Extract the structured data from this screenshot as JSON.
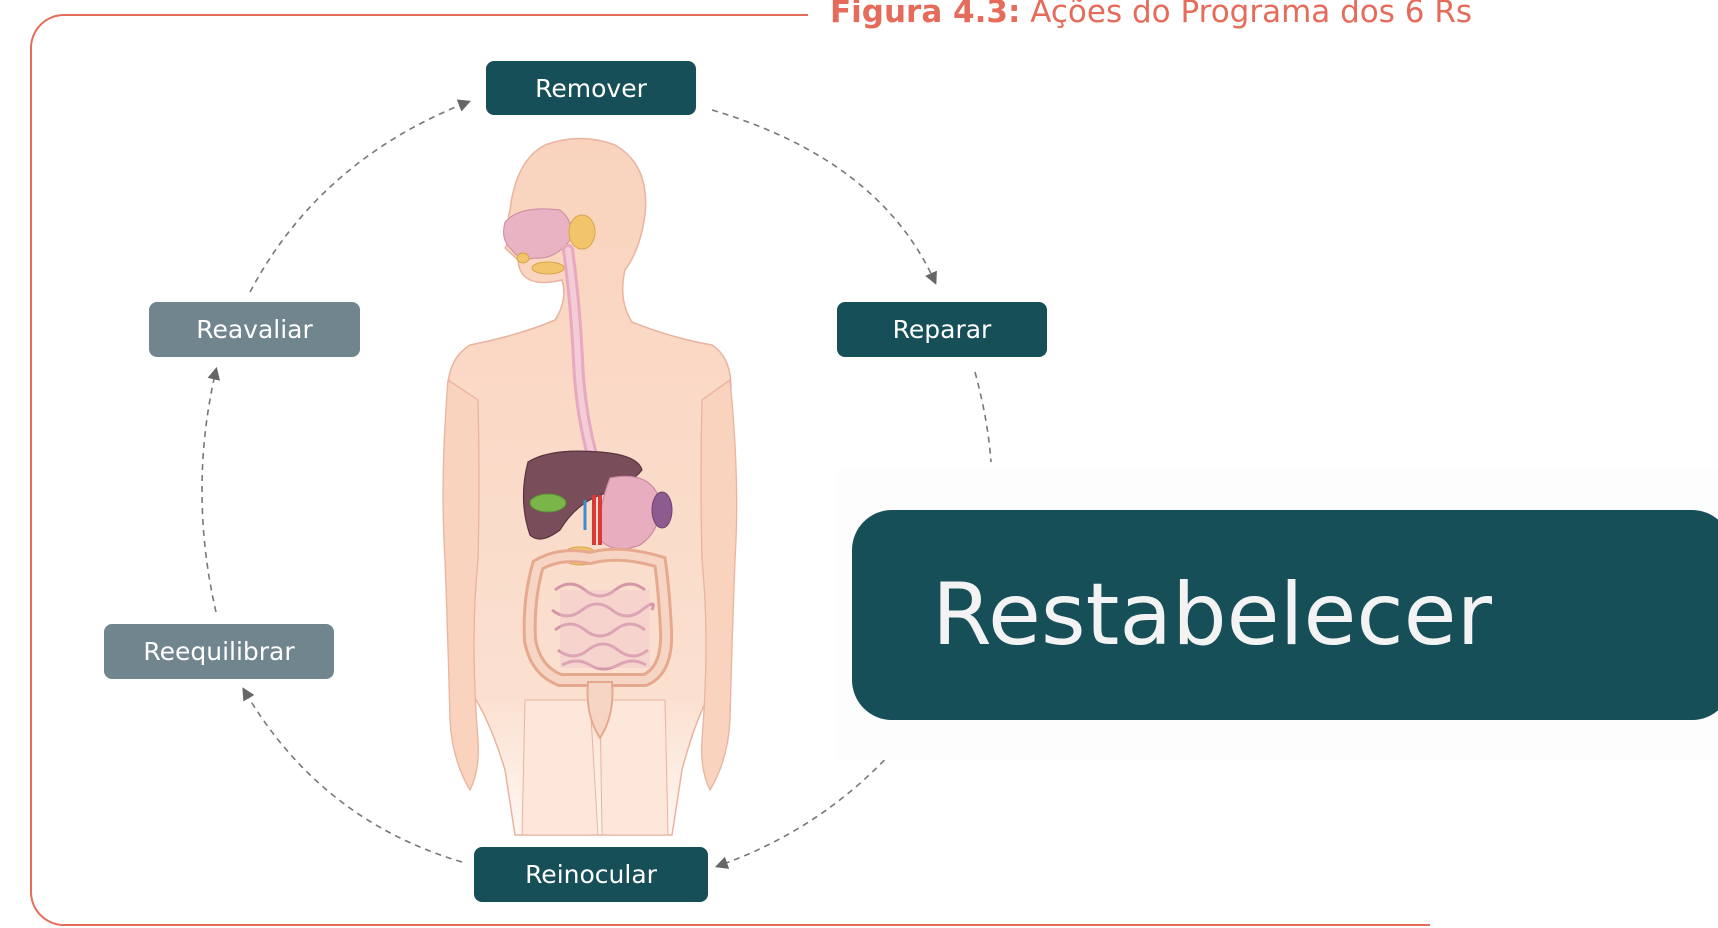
{
  "caption": {
    "prefix": "Figura 4.3:",
    "text": " Ações do Programa dos 6 Rs"
  },
  "steps": {
    "remover": "Remover",
    "reparar": "Reparar",
    "restabelecer": "Restabelecer",
    "reinocular": "Reinocular",
    "reequilibrar": "Reequilibrar",
    "reavaliar": "Reavaliar"
  },
  "colors": {
    "accent": "#e56c5a",
    "dark_teal": "#174f58",
    "slate_grey": "#70858e",
    "skin": "#f9d3bd"
  }
}
